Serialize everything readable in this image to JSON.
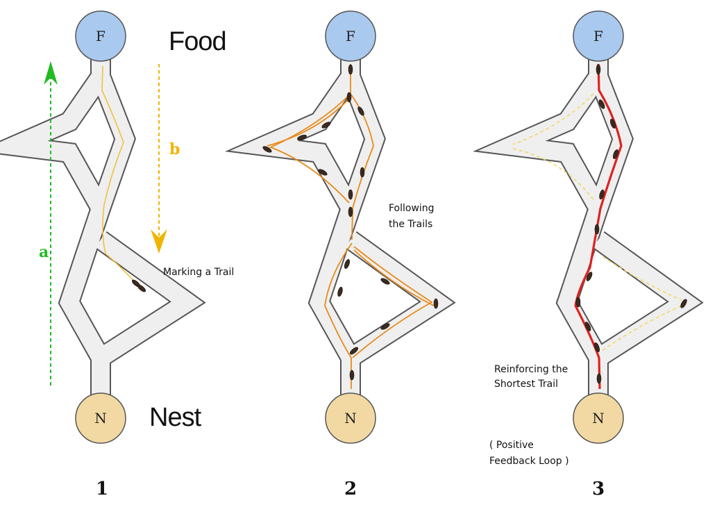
{
  "labels": {
    "food": "Food",
    "nest": "Nest",
    "marking": "Marking a Trail",
    "following_line1": "Following",
    "following_line2": "the Trails",
    "reinforcing_line1": "Reinforcing the",
    "reinforcing_line2": "Shortest Trail",
    "feedback_line1": "( Positive",
    "feedback_line2": "Feedback Loop )"
  },
  "nodes": {
    "food": "F",
    "nest": "N"
  },
  "arrows": {
    "a": "a",
    "b": "b"
  },
  "panels": [
    {
      "number": "1"
    },
    {
      "number": "2"
    },
    {
      "number": "3"
    }
  ],
  "colors": {
    "food_node": "#a9c9ef",
    "nest_node": "#f2d9a3",
    "arrow_a": "#22bb22",
    "arrow_b": "#f0b400",
    "trail_initial": "#f0c040",
    "trail_followed": "#e88a1a",
    "trail_reinforced": "#dd2222",
    "trail_faded": "#f2d75a"
  }
}
